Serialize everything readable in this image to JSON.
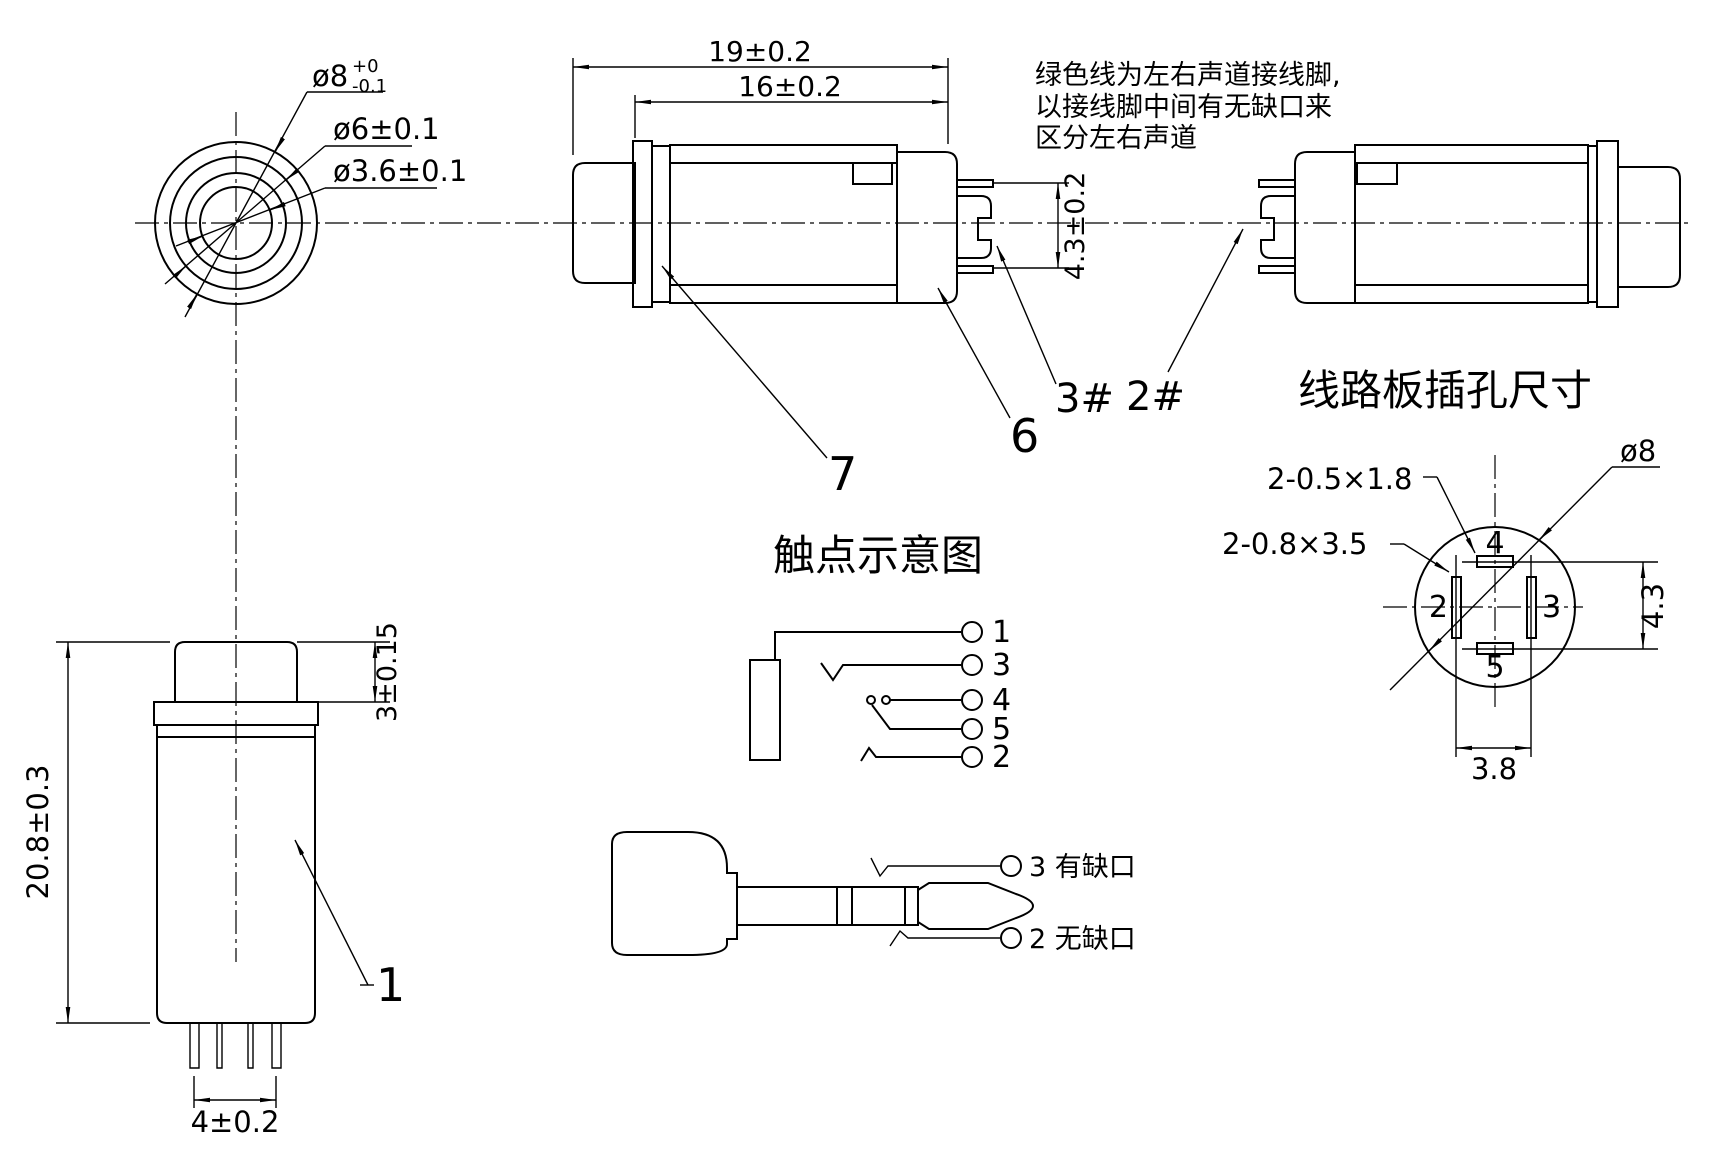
{
  "colors": {
    "line": "#000000",
    "background": "#ffffff"
  },
  "front_view": {
    "dia_outer": "ø8",
    "dia_outer_tol_top": "+0",
    "dia_outer_tol_bot": "-0.1",
    "dia_cap": "ø6±0.1",
    "dia_hole": "ø3.6±0.1"
  },
  "side_view": {
    "dim_total_length": "19±0.2",
    "dim_body_length": "16±0.2",
    "dim_pin_height": "4.3±0.2",
    "label_body": "7",
    "label_bracket": "6",
    "label_pin3": "3#",
    "label_pin2": "2#"
  },
  "note": {
    "line1": "绿色线为左右声道接线脚,",
    "line2": "以接线脚中间有无缺口来",
    "line3": "区分左右声道"
  },
  "pcb_view": {
    "title": "线路板插孔尺寸",
    "slot_small_spec": "2-0.5×1.8",
    "slot_big_spec": "2-0.8×3.5",
    "dia_circle": "ø8",
    "dim_vertical": "4.3",
    "dim_horizontal": "3.8",
    "pin2": "2",
    "pin3": "3",
    "pin4": "4",
    "pin5": "5"
  },
  "schematic": {
    "title": "触点示意图",
    "pin1": "1",
    "pin3": "3",
    "pin4": "4",
    "pin5": "5",
    "pin2": "2"
  },
  "vertical_view": {
    "dim_height": "20.8±0.3",
    "dim_cap": "3±0.15",
    "dim_pins": "4±0.2",
    "label_body": "1"
  },
  "plug_view": {
    "label_ring": "3 有缺口",
    "label_tip": "2 无缺口"
  }
}
